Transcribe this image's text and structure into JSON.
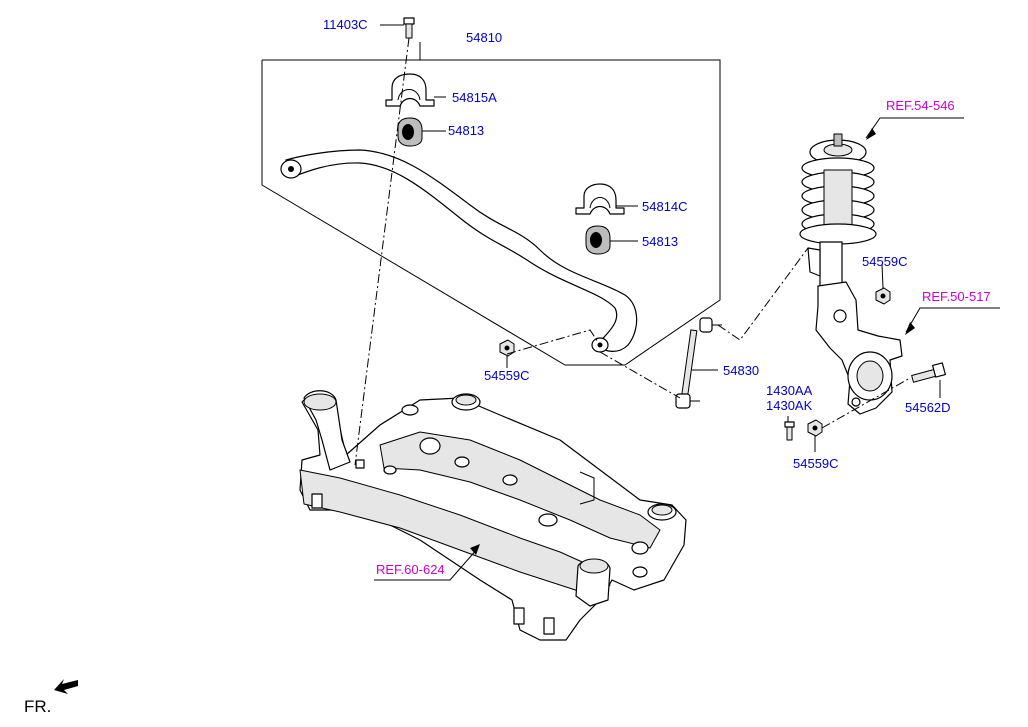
{
  "labels": {
    "bolt_top": "11403C",
    "stab_assy": "54810",
    "bracket_a": "54815A",
    "bushing_1": "54813",
    "bracket_c": "54814C",
    "bushing_2": "54813",
    "nut_c1": "54559C",
    "nut_c2": "54559C",
    "nut_c3": "54559C",
    "link": "54830",
    "bolt_aa": "1430AA",
    "bolt_ak": "1430AK",
    "bolt_d": "54562D",
    "ref_strut": "REF.54-546",
    "ref_knuckle": "REF.50-517",
    "ref_subframe": "REF.60-624",
    "front": "FR."
  },
  "colors": {
    "part_number": "#0000cc",
    "reference": "#cc00cc",
    "linework": "#000000"
  }
}
